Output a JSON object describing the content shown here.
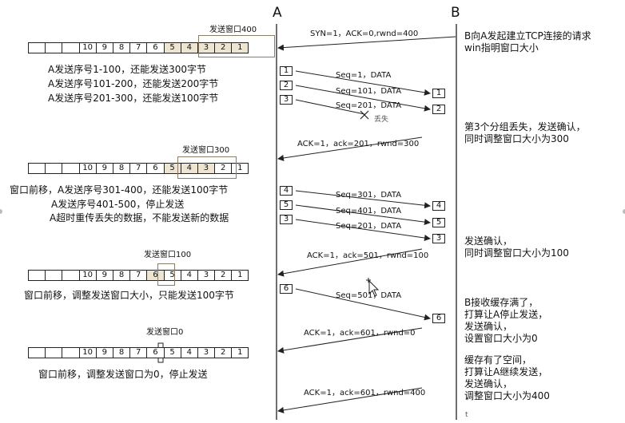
{
  "header": {
    "host_a": "A",
    "host_b": "B"
  },
  "window_rows": [
    {
      "window_label": "发送窗口400",
      "cells": [
        "",
        "",
        "",
        "10",
        "9",
        "8",
        "7",
        "6",
        "5",
        "4",
        "3",
        "2",
        "1"
      ],
      "highlight": [
        8,
        9,
        10,
        11,
        12
      ]
    },
    {
      "window_label": "发送窗口300",
      "cells": [
        "",
        "",
        "",
        "10",
        "9",
        "8",
        "7",
        "6",
        "5",
        "4",
        "3",
        "2",
        "1"
      ],
      "highlight": [
        8,
        9,
        10
      ]
    },
    {
      "window_label": "发送窗口100",
      "cells": [
        "",
        "",
        "",
        "10",
        "9",
        "8",
        "7",
        "6",
        "5",
        "4",
        "3",
        "2",
        "1"
      ],
      "highlight": [
        7
      ]
    },
    {
      "window_label": "发送窗口0",
      "cells": [
        "",
        "",
        "",
        "10",
        "9",
        "8",
        "7",
        "6",
        "5",
        "4",
        "3",
        "2",
        "1"
      ],
      "highlight": []
    }
  ],
  "left_texts": {
    "row1": [
      "A发送序号1-100，还能发送300字节",
      "A发送序号101-200，还能发送200字节",
      "A发送序号201-300，还能发送100字节"
    ],
    "row2": [
      "窗口前移，A发送序号301-400，还能发送100字节",
      "A发送序号401-500，停止发送",
      "A超时重传丢失的数据，不能发送新的数据"
    ],
    "row3": [
      "窗口前移，调整发送窗口大小，只能发送100字节"
    ],
    "row4": [
      "窗口前移，调整发送窗口为0，停止发送"
    ]
  },
  "messages": {
    "syn": "SYN=1，ACK=0,rwnd=400",
    "seq1": "Seq=1，DATA",
    "seq101": "Seq=101，DATA",
    "seq201": "Seq=201，DATA",
    "lost": "丢失",
    "ack201": "ACK=1，ack=201，rwnd=300",
    "seq301": "Seq=301，DATA",
    "seq401": "Seq=401，DATA",
    "seq201b": "Seq=201，DATA",
    "ack501": "ACK=1，ack=501，rwnd=100",
    "seq501": "Seq=501，DATA",
    "ack601a": "ACK=1，ack=601，rwnd=0",
    "ack601b": "ACK=1，ack=601，rwnd=400"
  },
  "segments_a": [
    "1",
    "2",
    "3",
    "4",
    "5",
    "3",
    "6"
  ],
  "segments_b": [
    "1",
    "2",
    "4",
    "5",
    "3",
    "6"
  ],
  "notes_b": {
    "n1": [
      "B向A发起建立TCP连接的请求",
      "win指明窗口大小"
    ],
    "n2": [
      "第3个分组丢失，发送确认，",
      "同时调整窗口大小为300"
    ],
    "n3": [
      "发送确认，",
      "同时调整窗口大小为100"
    ],
    "n4": [
      "B接收缓存满了，",
      "打算让A停止发送，",
      "发送确认，",
      "设置窗口大小为0"
    ],
    "n5": [
      "缓存有了空间，",
      "打算让A继续发送，",
      "发送确认，",
      "调整窗口大小为400"
    ]
  },
  "b_axis_bottom": "t"
}
